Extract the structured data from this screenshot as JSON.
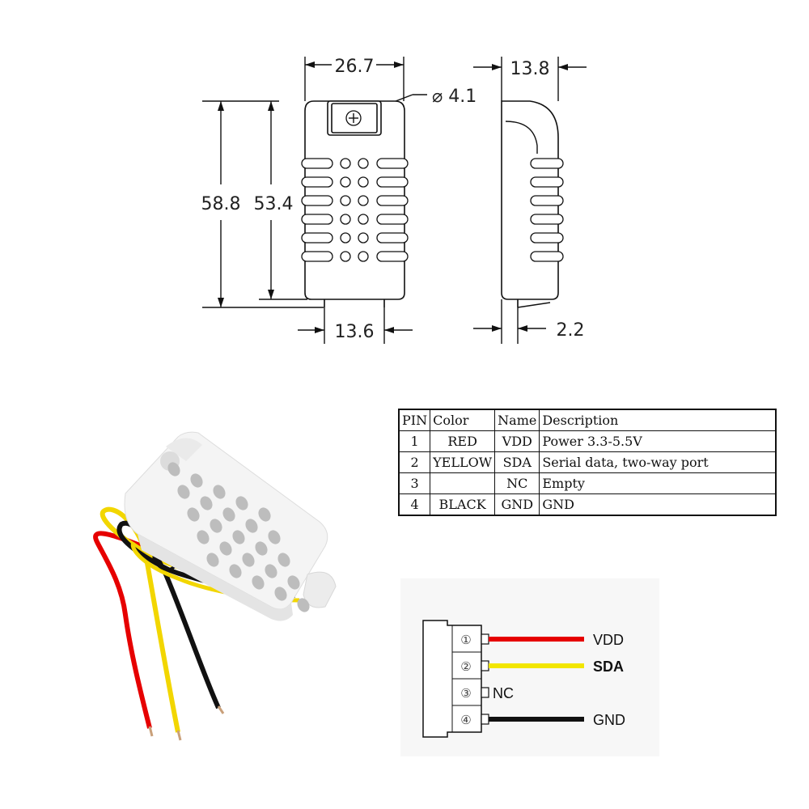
{
  "dimensions": {
    "width": "26.7",
    "hole_diameter": "⌀ 4.1",
    "depth": "13.8",
    "total_height": "58.8",
    "body_height": "53.4",
    "pin_offset": "13.6",
    "pin_depth": "2.2"
  },
  "pin_table": {
    "headers": [
      "PIN",
      "Color",
      "Name",
      "Description"
    ],
    "rows": [
      [
        "1",
        "RED",
        "VDD",
        "Power 3.3-5.5V"
      ],
      [
        "2",
        "YELLOW",
        "SDA",
        "Serial data, two-way port"
      ],
      [
        "3",
        "",
        "NC",
        "Empty"
      ],
      [
        "4",
        "BLACK",
        "GND",
        "GND"
      ]
    ]
  },
  "connector": {
    "pins": [
      {
        "number": "①",
        "label": "VDD",
        "wire_color": "#e60000"
      },
      {
        "number": "②",
        "label": "SDA",
        "wire_color": "#f2e600"
      },
      {
        "number": "③",
        "label": "NC",
        "wire_color": ""
      },
      {
        "number": "④",
        "label": "GND",
        "wire_color": "#111111"
      }
    ]
  },
  "colors": {
    "red_wire": "#e60000",
    "yellow_wire": "#f2e600",
    "black_wire": "#111111",
    "sensor_body": "#f4f4f4"
  }
}
